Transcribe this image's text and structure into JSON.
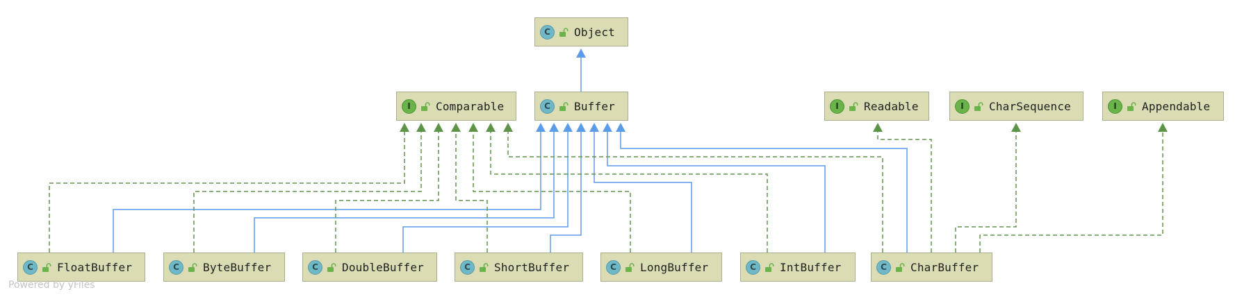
{
  "diagram": {
    "nodes": [
      {
        "id": "object",
        "label": "Object",
        "kind": "class",
        "kind_glyph": "C",
        "icon": "unlock-icon"
      },
      {
        "id": "comparable",
        "label": "Comparable",
        "kind": "interface",
        "kind_glyph": "I",
        "icon": "unlock-icon"
      },
      {
        "id": "buffer",
        "label": "Buffer",
        "kind": "class",
        "kind_glyph": "C",
        "icon": "unlock-icon"
      },
      {
        "id": "readable",
        "label": "Readable",
        "kind": "interface",
        "kind_glyph": "I",
        "icon": "unlock-icon"
      },
      {
        "id": "charsequence",
        "label": "CharSequence",
        "kind": "interface",
        "kind_glyph": "I",
        "icon": "unlock-icon"
      },
      {
        "id": "appendable",
        "label": "Appendable",
        "kind": "interface",
        "kind_glyph": "I",
        "icon": "unlock-icon"
      },
      {
        "id": "floatbuffer",
        "label": "FloatBuffer",
        "kind": "class",
        "kind_glyph": "C",
        "icon": "unlock-icon"
      },
      {
        "id": "bytebuffer",
        "label": "ByteBuffer",
        "kind": "class",
        "kind_glyph": "C",
        "icon": "unlock-icon"
      },
      {
        "id": "doublebuffer",
        "label": "DoubleBuffer",
        "kind": "class",
        "kind_glyph": "C",
        "icon": "unlock-icon"
      },
      {
        "id": "shortbuffer",
        "label": "ShortBuffer",
        "kind": "class",
        "kind_glyph": "C",
        "icon": "unlock-icon"
      },
      {
        "id": "longbuffer",
        "label": "LongBuffer",
        "kind": "class",
        "kind_glyph": "C",
        "icon": "unlock-icon"
      },
      {
        "id": "intbuffer",
        "label": "IntBuffer",
        "kind": "class",
        "kind_glyph": "C",
        "icon": "unlock-icon"
      },
      {
        "id": "charbuffer",
        "label": "CharBuffer",
        "kind": "class",
        "kind_glyph": "C",
        "icon": "unlock-icon"
      }
    ],
    "edges": [
      {
        "from": "buffer",
        "to": "object",
        "type": "extends"
      },
      {
        "from": "floatbuffer",
        "to": "buffer",
        "type": "extends"
      },
      {
        "from": "bytebuffer",
        "to": "buffer",
        "type": "extends"
      },
      {
        "from": "doublebuffer",
        "to": "buffer",
        "type": "extends"
      },
      {
        "from": "shortbuffer",
        "to": "buffer",
        "type": "extends"
      },
      {
        "from": "longbuffer",
        "to": "buffer",
        "type": "extends"
      },
      {
        "from": "intbuffer",
        "to": "buffer",
        "type": "extends"
      },
      {
        "from": "charbuffer",
        "to": "buffer",
        "type": "extends"
      },
      {
        "from": "floatbuffer",
        "to": "comparable",
        "type": "implements"
      },
      {
        "from": "bytebuffer",
        "to": "comparable",
        "type": "implements"
      },
      {
        "from": "doublebuffer",
        "to": "comparable",
        "type": "implements"
      },
      {
        "from": "shortbuffer",
        "to": "comparable",
        "type": "implements"
      },
      {
        "from": "longbuffer",
        "to": "comparable",
        "type": "implements"
      },
      {
        "from": "intbuffer",
        "to": "comparable",
        "type": "implements"
      },
      {
        "from": "charbuffer",
        "to": "comparable",
        "type": "implements"
      },
      {
        "from": "charbuffer",
        "to": "readable",
        "type": "implements"
      },
      {
        "from": "charbuffer",
        "to": "charsequence",
        "type": "implements"
      },
      {
        "from": "charbuffer",
        "to": "appendable",
        "type": "implements"
      }
    ],
    "colors": {
      "extends_edge": "#5a9bea",
      "implements_edge": "#5e9448",
      "node_fill": "#dcdcb4",
      "lock_icon": "#6ab24a"
    }
  },
  "watermark": "Powered by yFiles"
}
